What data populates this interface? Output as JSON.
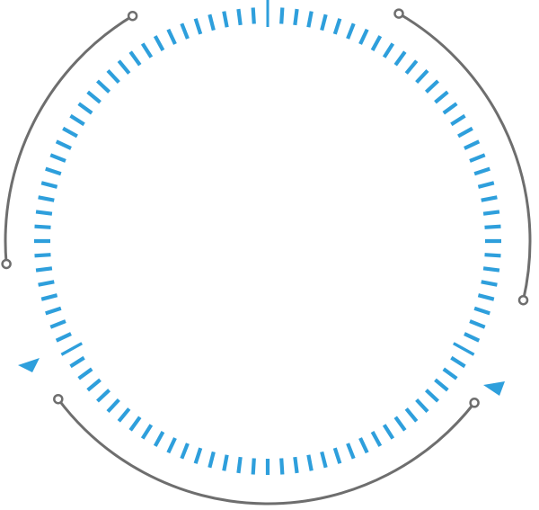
{
  "dial": {
    "tick_count": 100,
    "marker_count": 2,
    "outer_arc_count": 3
  },
  "colors": {
    "tick": "#2e9fdc",
    "marker": "#2e9fdc",
    "arc": "#6e6e6e",
    "background": "#ffffff"
  },
  "icons": {
    "markers": "triangle-pointer-icon",
    "arc_ends": "ring-endpoint-icon"
  }
}
